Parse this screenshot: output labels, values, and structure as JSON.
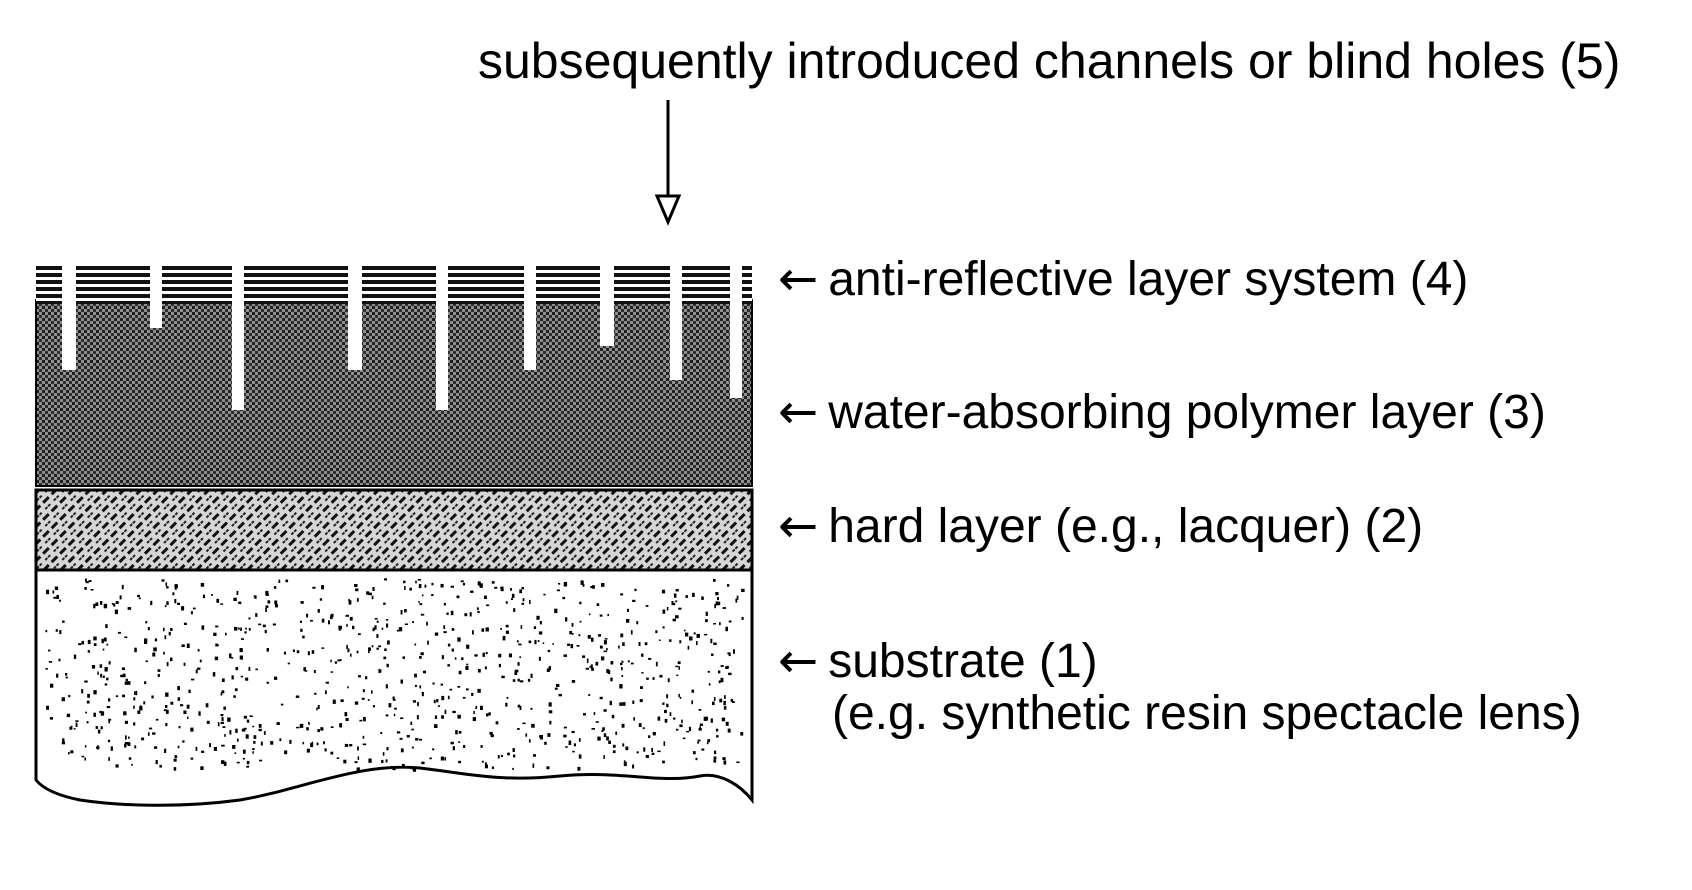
{
  "title": "subsequently introduced channels or blind holes (5)",
  "layers": [
    {
      "id": "layer-4",
      "arrow": "←",
      "label": "anti-reflective layer system (4)"
    },
    {
      "id": "layer-3",
      "arrow": "←",
      "label": "water-absorbing polymer layer (3)"
    },
    {
      "id": "layer-2",
      "arrow": "←",
      "label": "hard layer (e.g., lacquer) (2)"
    },
    {
      "id": "layer-1",
      "arrow": "←",
      "label": "substrate (1)",
      "sublabel": "(e.g. synthetic resin spectacle lens)"
    }
  ],
  "colors": {
    "ink": "#000000",
    "background": "#ffffff"
  }
}
